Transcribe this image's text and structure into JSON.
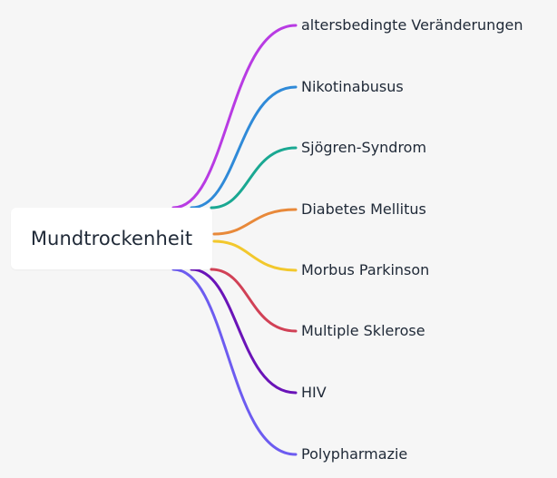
{
  "root": {
    "label": "Mundtrockenheit"
  },
  "branches": [
    {
      "label": "altersbedingte Veränderungen",
      "color": "#b83be3"
    },
    {
      "label": "Nikotinabusus",
      "color": "#2f8ad8"
    },
    {
      "label": "Sjögren-Syndrom",
      "color": "#1aa892"
    },
    {
      "label": "Diabetes Mellitus",
      "color": "#e8893a"
    },
    {
      "label": "Morbus Parkinson",
      "color": "#f2c82d"
    },
    {
      "label": "Multiple Sklerose",
      "color": "#d14156"
    },
    {
      "label": "HIV",
      "color": "#6a14b8"
    },
    {
      "label": "Polypharmazie",
      "color": "#6d5cf0"
    }
  ]
}
